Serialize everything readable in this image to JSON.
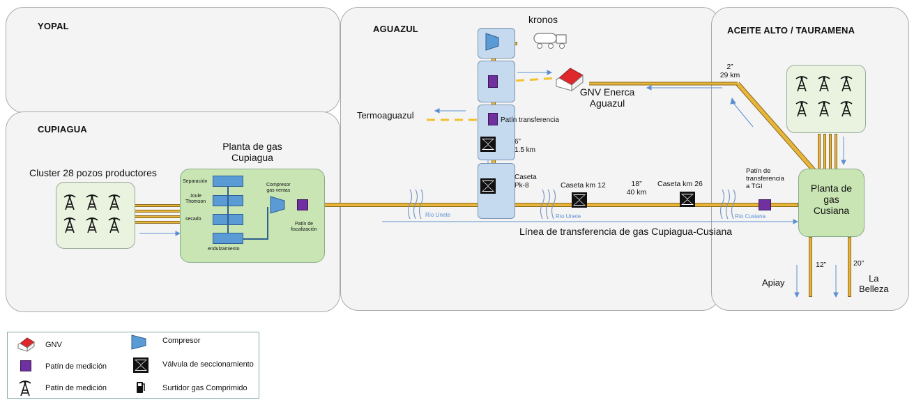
{
  "regions": {
    "yopal": "YOPAL",
    "cupiagua": "CUPIAGUA",
    "aguazul": "AGUAZUL",
    "aceite_alto": "ACEITE ALTO / TAURAMENA"
  },
  "cupiagua": {
    "cluster_label": "Cluster 28 pozos productores",
    "plant_title": "Planta de gas\nCupiagua",
    "steps": [
      "Separación",
      "Joule\nThomson",
      "secado",
      "endulzamiento"
    ],
    "compressor_label": "Compresor\ngas ventas",
    "metering_label": "Patín de\nfiscalización"
  },
  "aguazul": {
    "kronos": "kronos",
    "gnv_label": "GNV Enerca\nAguazul",
    "termo_label": "Termoaguazul",
    "transfer_skid": "Patín transferencia",
    "pipe_spec": "6”\n1.5 km",
    "caseta_pk8": "Caseta\nPk-8"
  },
  "line": {
    "caseta_km12": "Caseta km 12",
    "pipe_18": "18”\n40 km",
    "caseta_km26": "Caseta km 26",
    "rivers": [
      "Río Unete",
      "Río Unete",
      "Río Cusiana"
    ],
    "title": "Línea de transferencia de gas Cupiagua-Cusiana"
  },
  "cusiana": {
    "pipe_2": "2”\n29 km",
    "tgi_label": "Patín de\ntransferencia\na TGI",
    "plant": "Planta de\ngas\nCusiana",
    "apiay": "Apiay",
    "pipe_12": "12”",
    "pipe_20": "20”",
    "la_belleza": "La\nBelleza"
  },
  "legend": {
    "gnv": "GNV",
    "compresor": "Compresor",
    "patin1": "Patín de medición",
    "valvula": "Válvula de seccionamiento",
    "patin2": "Patín de medición",
    "surtidor": "Surtidor gas Comprimido"
  },
  "colors": {
    "pipe": "#e6b53a",
    "compressor": "#5b9bd5",
    "meter": "#7030a0",
    "plant_green": "#c9e5b4",
    "module_blue": "#c5d9ef",
    "gas_line": "#f2c12e"
  }
}
